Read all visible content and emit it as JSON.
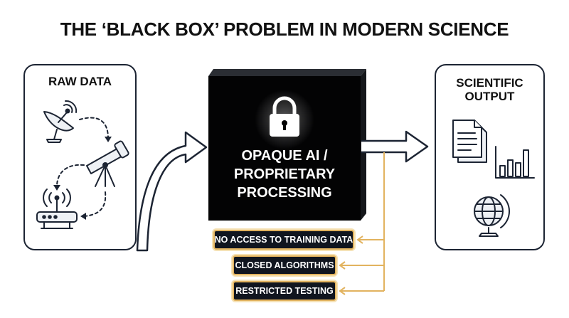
{
  "title": "THE ‘BLACK BOX’ PROBLEM IN MODERN SCIENCE",
  "input_panel": {
    "label": "RAW DATA",
    "icons": [
      "satellite-dish-icon",
      "telescope-icon",
      "sensor-router-icon"
    ]
  },
  "black_box": {
    "label_line1": "OPAQUE AI /",
    "label_line2": "PROPRIETARY",
    "label_line3": "PROCESSING",
    "icon": "padlock-icon"
  },
  "output_panel": {
    "label_line1": "SCIENTIFIC",
    "label_line2": "OUTPUT",
    "icons": [
      "documents-icon",
      "bar-chart-icon",
      "globe-icon"
    ]
  },
  "constraints": [
    "NO ACCESS TO TRAINING DATA",
    "CLOSED ALGORITHMS",
    "RESTRICTED TESTING"
  ],
  "colors": {
    "ink": "#1c2433",
    "box": "#030304",
    "accent": "#e2b35f",
    "label_bg": "#10151f"
  }
}
